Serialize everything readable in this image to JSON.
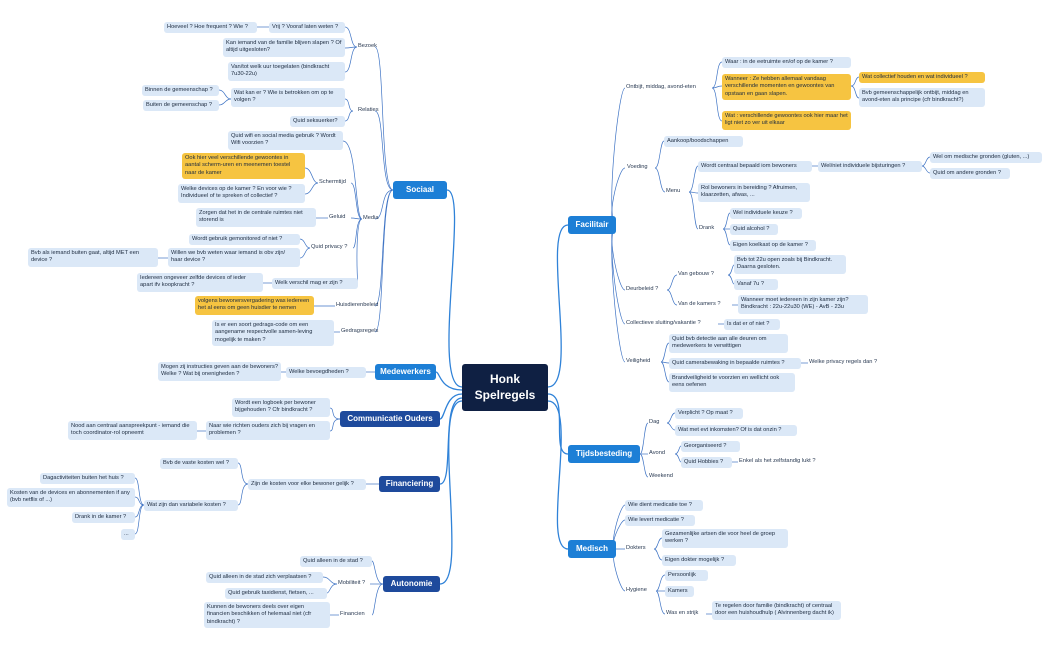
{
  "center": {
    "line1": "Honk",
    "line2": "Spelregels"
  },
  "branches": {
    "sociaal": "Sociaal",
    "medewerkers": "Medewerkers",
    "communicatie_ouders": "Communicatie Ouders",
    "financiering": "Financiering",
    "autonomie": "Autonomie",
    "facilitair": "Facilitair",
    "tijdsbesteding": "Tijdsbesteding",
    "medisch": "Medisch"
  },
  "sociaal": {
    "bezoek": "Bezoek",
    "vrij": "Vrij ? Vooraf laten weten ?",
    "hoeveel": "Hoeveel ? Hoe frequent ? Wie ?",
    "familie": "Kan iemand van de familie blijven slapen ? Of altijd uitgesloten?",
    "vantot": "Van/tot welk uur toegelaten (bindkracht 7u30-22u)",
    "relaties": "Relaties",
    "watkan": "Wat kan er ? Wie is betrokken om op te volgen ?",
    "binnen": "Binnen de gemeenschap ?",
    "buiten": "Buiten de gemeenschap ?",
    "seks": "Quid seksuerker?",
    "media": "Media",
    "wifi": "Quid wifi en social media gebruik ? Wordt Wifi voorzien ?",
    "schermtijd": "Schermtijd",
    "gewoontes": "Ook hier veel verschillende gewoontes in aantal scherm-uren en meenemen toestel naar de kamer",
    "devices": "Welke devices op de kamer ? En voor wie ? Individueel of te spreken of collectief ?",
    "geluid": "Geluid",
    "storend": "Zorgen dat het in de centrale ruimtes niet storend is",
    "privacy": "Quid privacy ?",
    "gemonitored": "Wordt gebruik gemonitored of niet ?",
    "willen": "Willen we bvb weten waar iemand is obv zijn/ haar device ?",
    "buitengaat": "Bvb als iemand buiten gaat, altijd MET een device ?",
    "verschil": "Welk verschil mag er zijn ?",
    "zelfde": "Iedereen ongeveer zelfde devices of ieder apart ifv koopkracht ?",
    "huisdieren": "Huisdierenbeleid",
    "bewonersvergadering": "volgens bewonersvergadering was iedereen het al eens om geen huisdier te nemen",
    "gedragsregels": "Gedragsregels",
    "gedragscode": "Is er een soort gedrags-code om een aangename respectvolle samen-leving mogelijk te maken ?"
  },
  "medewerkers": {
    "bevoegdheden": "Welke bevoegdheden ?",
    "instructies": "Mogen zij instructies geven aan de bewoners? Welke ? Wat bij onenigheden ?"
  },
  "communicatie": {
    "logboek": "Wordt een logboek per bewoner bijgehouden ? Cfr bindkracht ?",
    "richten": "Naar wie richten ouders zich bij vragen en problemen ?",
    "aanspreekpunt": "Nood aan centraal aanspreekpunt - iemand die toch coordinator-rol opneemt"
  },
  "financiering": {
    "kosten": "Zijn de kosten voor elke bewoner gelijk ?",
    "vaste": "Bvb de vaste kosten wel ?",
    "variabele": "Wat zijn dan variabele kosten ?",
    "dagactiviteiten": "Dagactiviteiten buiten het huis ?",
    "devices_abon": "Kosten van de devices en abonnementen if any (bvb netflix of ...)",
    "drank": "Drank in de kamer ?",
    "dots": "..."
  },
  "autonomie": {
    "alleen": "Quid alleen in de stad ?",
    "mobiliteit": "Mobiliteit ?",
    "verplaatsen": "Quid alleen in de stad zich verplaatsen ?",
    "taxi": "Quid gebruik taxidienst, fietsen, ...",
    "financien": "Financien",
    "beschikken": "Kunnen de bewoners deels over eigen financien beschikken of helemaal niet (cfr bindkracht) ?"
  },
  "facilitair": {
    "ontbijt": "Ontbijt, middag, avond-eten",
    "waar": "Waar : in de eetruimte en/of op de kamer ?",
    "wanneer": "Wanneer : Ze hebben allemaal vandaag verschillende momenten en gewoontes van opstaan en gaan slapen.",
    "collectief": "Wat collectief houden en wat individueel ?",
    "gemeenschappelijk": "Bvb gemeenschappelijk ontbijt, middag en avond-eten als principe (cfr bindkracht?)",
    "wat": "Wat : verschillende gewoontes ook hier maar het ligt niet zo ver uit elkaar",
    "voeding": "Voeding",
    "aankoop": "Aankoop/boodschappen",
    "menu": "Menu",
    "rekening": "Wordt centraal bepaald iom bewoners",
    "bijsturingen": "Wel/niet individuele bijsturingen ?",
    "medische": "Wel om medische gronden (gluten, ...)",
    "andere": "Quid om andere gronden ?",
    "rol": "Rol bewoners in bereiding ? Afruimen, klaarzetten, afwas, ...",
    "drank": "Drank",
    "keuze": "Wel individuele keuze ?",
    "alcohol": "Quid alcohol ?",
    "koelkast": "Eigen koelkast op de kamer ?",
    "deurbeleid": "Deurbeleid ?",
    "gebouw": "Van gebouw ?",
    "bvbtot": "Bvb tot 22u open zoals bij Bindkracht. Daarna gesloten.",
    "vanaf": "Vanaf 7u ?",
    "kamers": "Van de kamers ?",
    "wanneermoet": "Wanneer moet iedereen in zijn kamer zijn? Bindkracht : 22u-22u30 (WE) - AvB - 23u",
    "sluiting": "Collectieve sluiting/vakantie ?",
    "isdat": "Is dat er of niet ?",
    "veiligheid": "Veiligheid",
    "detectie": "Quid bvb detectie aan alle deuren om medewerkers te verwittigen",
    "camera": "Quid camerabewaking in bepaalde ruimtes ?",
    "privacyregels": "Welke privacy regels dan ?",
    "brand": "Brandveiligheid te voorzien en wellicht ook eens oefenen"
  },
  "tijdsbesteding": {
    "dag": "Dag",
    "verplicht": "Verplicht ? Op maat ?",
    "inkomsten": "Wat met evt inkomsten? Of is dat onzin ?",
    "avond": "Avond",
    "georganiseerd": "Georganiseerd ?",
    "hobbies": "Quid Hobbies ?",
    "zelfstandig": "Enkel als het zelfstandig lukt ?",
    "weekend": "Weekend"
  },
  "medisch": {
    "toe": "Wie dient medicatie toe ?",
    "levert": "Wie levert medicatie ?",
    "dokters": "Dokters",
    "gezamenlijke": "Gezamenlijke artsen die voor heel de groep werken ?",
    "eigen": "Eigen dokter mogelijk ?",
    "hygiene": "Hygiene",
    "persoonlijk": "Persoonlijk",
    "kamers": "Kamers",
    "was": "Was en strijk",
    "regelen": "Te regelen door familie (bindkracht) of centraal door een huishoudhulp ( Alvinnenberg dacht ik)"
  },
  "colors": {
    "center": "#0f2043",
    "branch": "#1d7fd6",
    "branch_dark": "#1e4a9c",
    "node": "#dbe8f7",
    "highlight": "#f6c441",
    "connector_main": "#2f82d8",
    "connector": "#3e73c4"
  }
}
